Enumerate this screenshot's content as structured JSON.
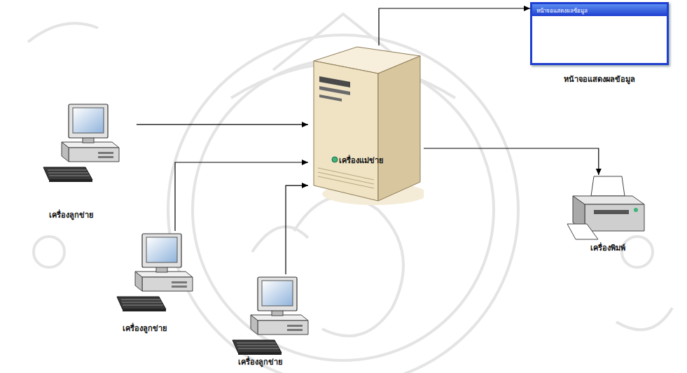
{
  "diagram": {
    "nodes": [
      {
        "text": [
          "หน้าจอแสดงผลข้อมูล",
          "หน้าจอแสดงผลข้อมูล"
        ]
      },
      {
        "text": [
          "เครื่องลูกข่าย"
        ]
      },
      {
        "text": [
          "เครื่องแม่ข่าย"
        ]
      },
      {
        "text": [
          "เครื่องพิมพ์"
        ]
      },
      {
        "text": [
          "เครื่องลูกข่าย"
        ]
      },
      {
        "text": [
          "เครื่องลูกข่าย"
        ]
      }
    ],
    "edges": [
      {
        "from": 1,
        "to": 2,
        "arrow": "to"
      },
      {
        "from": 4,
        "to": 2,
        "arrow": "to"
      },
      {
        "from": 5,
        "to": 2,
        "arrow": "to"
      },
      {
        "from": 2,
        "to": 0,
        "arrow": "to"
      },
      {
        "from": 2,
        "to": 3,
        "arrow": "to"
      }
    ]
  }
}
